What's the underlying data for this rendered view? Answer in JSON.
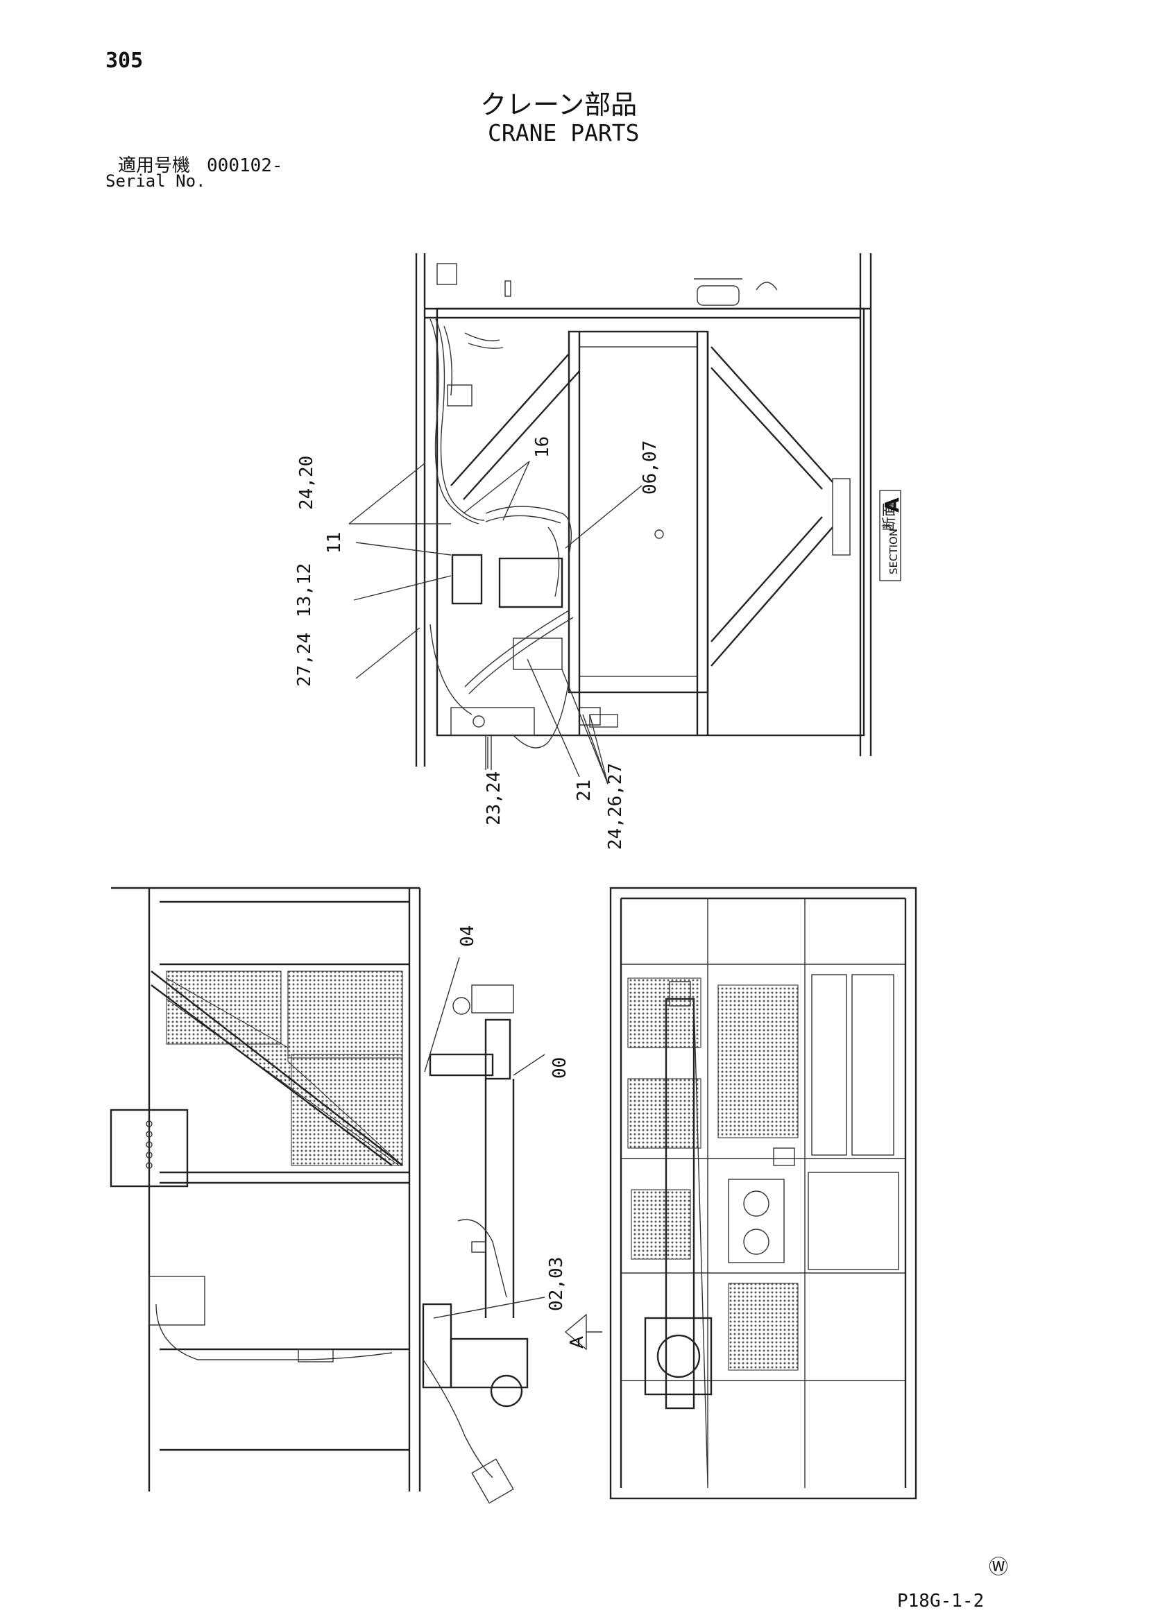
{
  "page": {
    "number": "305",
    "title_jp": "クレーン部品",
    "title_en": "CRANE PARTS",
    "serial_label_jp": "適用号機",
    "serial_value": "000102-",
    "serial_label_en": "Serial No.",
    "footer_mark": "Ⓦ",
    "footer_code": "P18G-1-2"
  },
  "callouts": [
    {
      "id": "c-24-20",
      "text": "24,20"
    },
    {
      "id": "c-16",
      "text": "16"
    },
    {
      "id": "c-11",
      "text": "11"
    },
    {
      "id": "c-06-07",
      "text": "06,07"
    },
    {
      "id": "c-13-12",
      "text": "13,12"
    },
    {
      "id": "c-27-24",
      "text": "27,24"
    },
    {
      "id": "c-23-24",
      "text": "23,24"
    },
    {
      "id": "c-21",
      "text": "21"
    },
    {
      "id": "c-24-26-27",
      "text": "24,26,27"
    },
    {
      "id": "c-04",
      "text": "04"
    },
    {
      "id": "c-00",
      "text": "00"
    },
    {
      "id": "c-02-03",
      "text": "02,03"
    }
  ],
  "section": {
    "label_jp": "断面",
    "label_en": "SECTION",
    "letter": "A",
    "arrow_letter": "A"
  }
}
